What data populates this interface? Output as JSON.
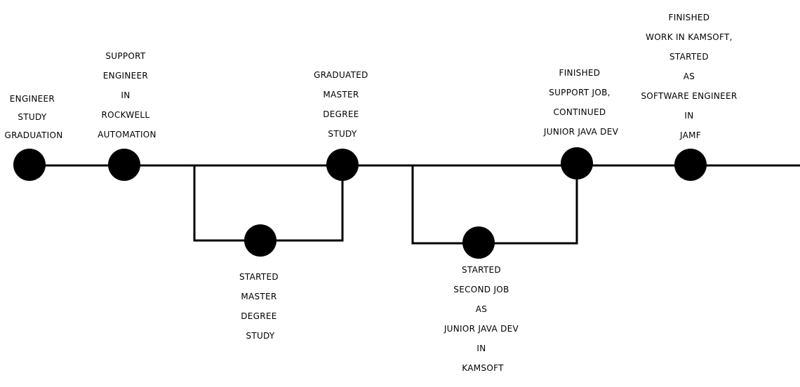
{
  "colors": {
    "line": "#000000",
    "node": "#000000",
    "background": "#ffffff"
  },
  "events": [
    {
      "id": "engineer-graduation",
      "lines": [
        "ENGINEER",
        "STUDY",
        "GRADUATION"
      ]
    },
    {
      "id": "support-engineer-rockwell",
      "lines": [
        "SUPPORT",
        "ENGINEER",
        "IN",
        "ROCKWELL",
        "AUTOMATION"
      ]
    },
    {
      "id": "started-master",
      "lines": [
        "STARTED",
        "MASTER",
        "DEGREE",
        "STUDY"
      ]
    },
    {
      "id": "graduated-master",
      "lines": [
        "GRADUATED",
        "MASTER",
        "DEGREE",
        "STUDY"
      ]
    },
    {
      "id": "second-job-kamsoft",
      "lines": [
        "STARTED",
        "SECOND JOB",
        "AS",
        "JUNIOR JAVA DEV",
        "IN",
        "KAMSOFT"
      ]
    },
    {
      "id": "finished-support-job",
      "lines": [
        "FINISHED",
        "SUPPORT JOB,",
        "CONTINUED",
        "JUNIOR JAVA DEV"
      ]
    },
    {
      "id": "jamf",
      "lines": [
        "FINISHED",
        "WORK IN KAMSOFT,",
        "STARTED",
        "AS",
        "SOFTWARE ENGINEER",
        "IN",
        "JAMF"
      ]
    }
  ]
}
